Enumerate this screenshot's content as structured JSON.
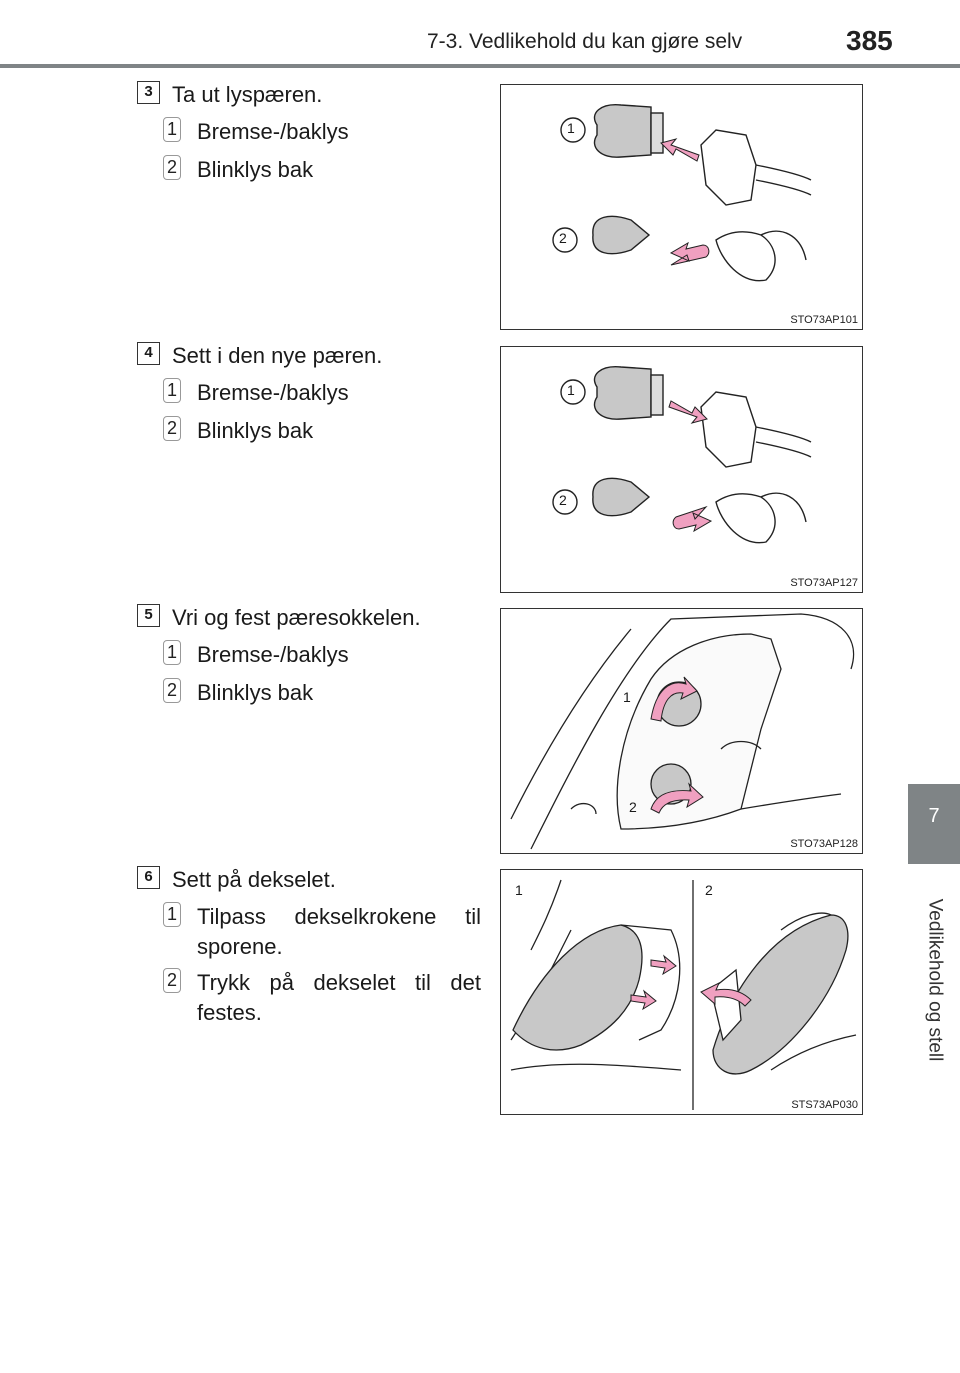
{
  "header": {
    "title": "7-3. Vedlikehold du kan gjøre selv",
    "page_number": "385"
  },
  "side_tab": {
    "number": "7",
    "label": "Vedlikehold og stell"
  },
  "steps": [
    {
      "number": "3",
      "text": "Ta ut lyspæren.",
      "items": [
        "Bremse-/baklys",
        "Blinklys bak"
      ],
      "image_code": "STO73AP101",
      "callouts": [
        "1",
        "2"
      ]
    },
    {
      "number": "4",
      "text": "Sett i den nye pæren.",
      "items": [
        "Bremse-/baklys",
        "Blinklys bak"
      ],
      "image_code": "STO73AP127",
      "callouts": [
        "1",
        "2"
      ]
    },
    {
      "number": "5",
      "text": "Vri og fest pæresokkelen.",
      "items": [
        "Bremse-/baklys",
        "Blinklys bak"
      ],
      "image_code": "STO73AP128",
      "callouts": [
        "1",
        "2"
      ]
    },
    {
      "number": "6",
      "text": "Sett på dekselet.",
      "items": [
        "Tilpass dekselkrokene til",
        "sporene.",
        "Trykk på dekselet til det",
        "festes."
      ],
      "image_code": "STS73AP030",
      "callouts": [
        "1",
        "2"
      ]
    }
  ],
  "badges": [
    "1",
    "2"
  ],
  "colors": {
    "tab_gray": "#7f8486",
    "arrow_pink": "#f0a0c0",
    "bulb_gray": "#c8c8c8"
  }
}
